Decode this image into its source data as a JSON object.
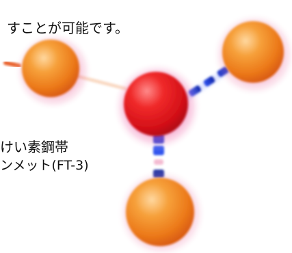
{
  "captions": {
    "top": "すことが可能です。",
    "middle_line1": "けい素鋼帯",
    "middle_line2": "ンメット(FT-3)"
  },
  "colors": {
    "background": "#ffffff",
    "central_atom": "#e8141c",
    "outer_atom": "#f28a1e",
    "bond_blue": "#1f3fd6",
    "glow": "#e83f8f"
  }
}
